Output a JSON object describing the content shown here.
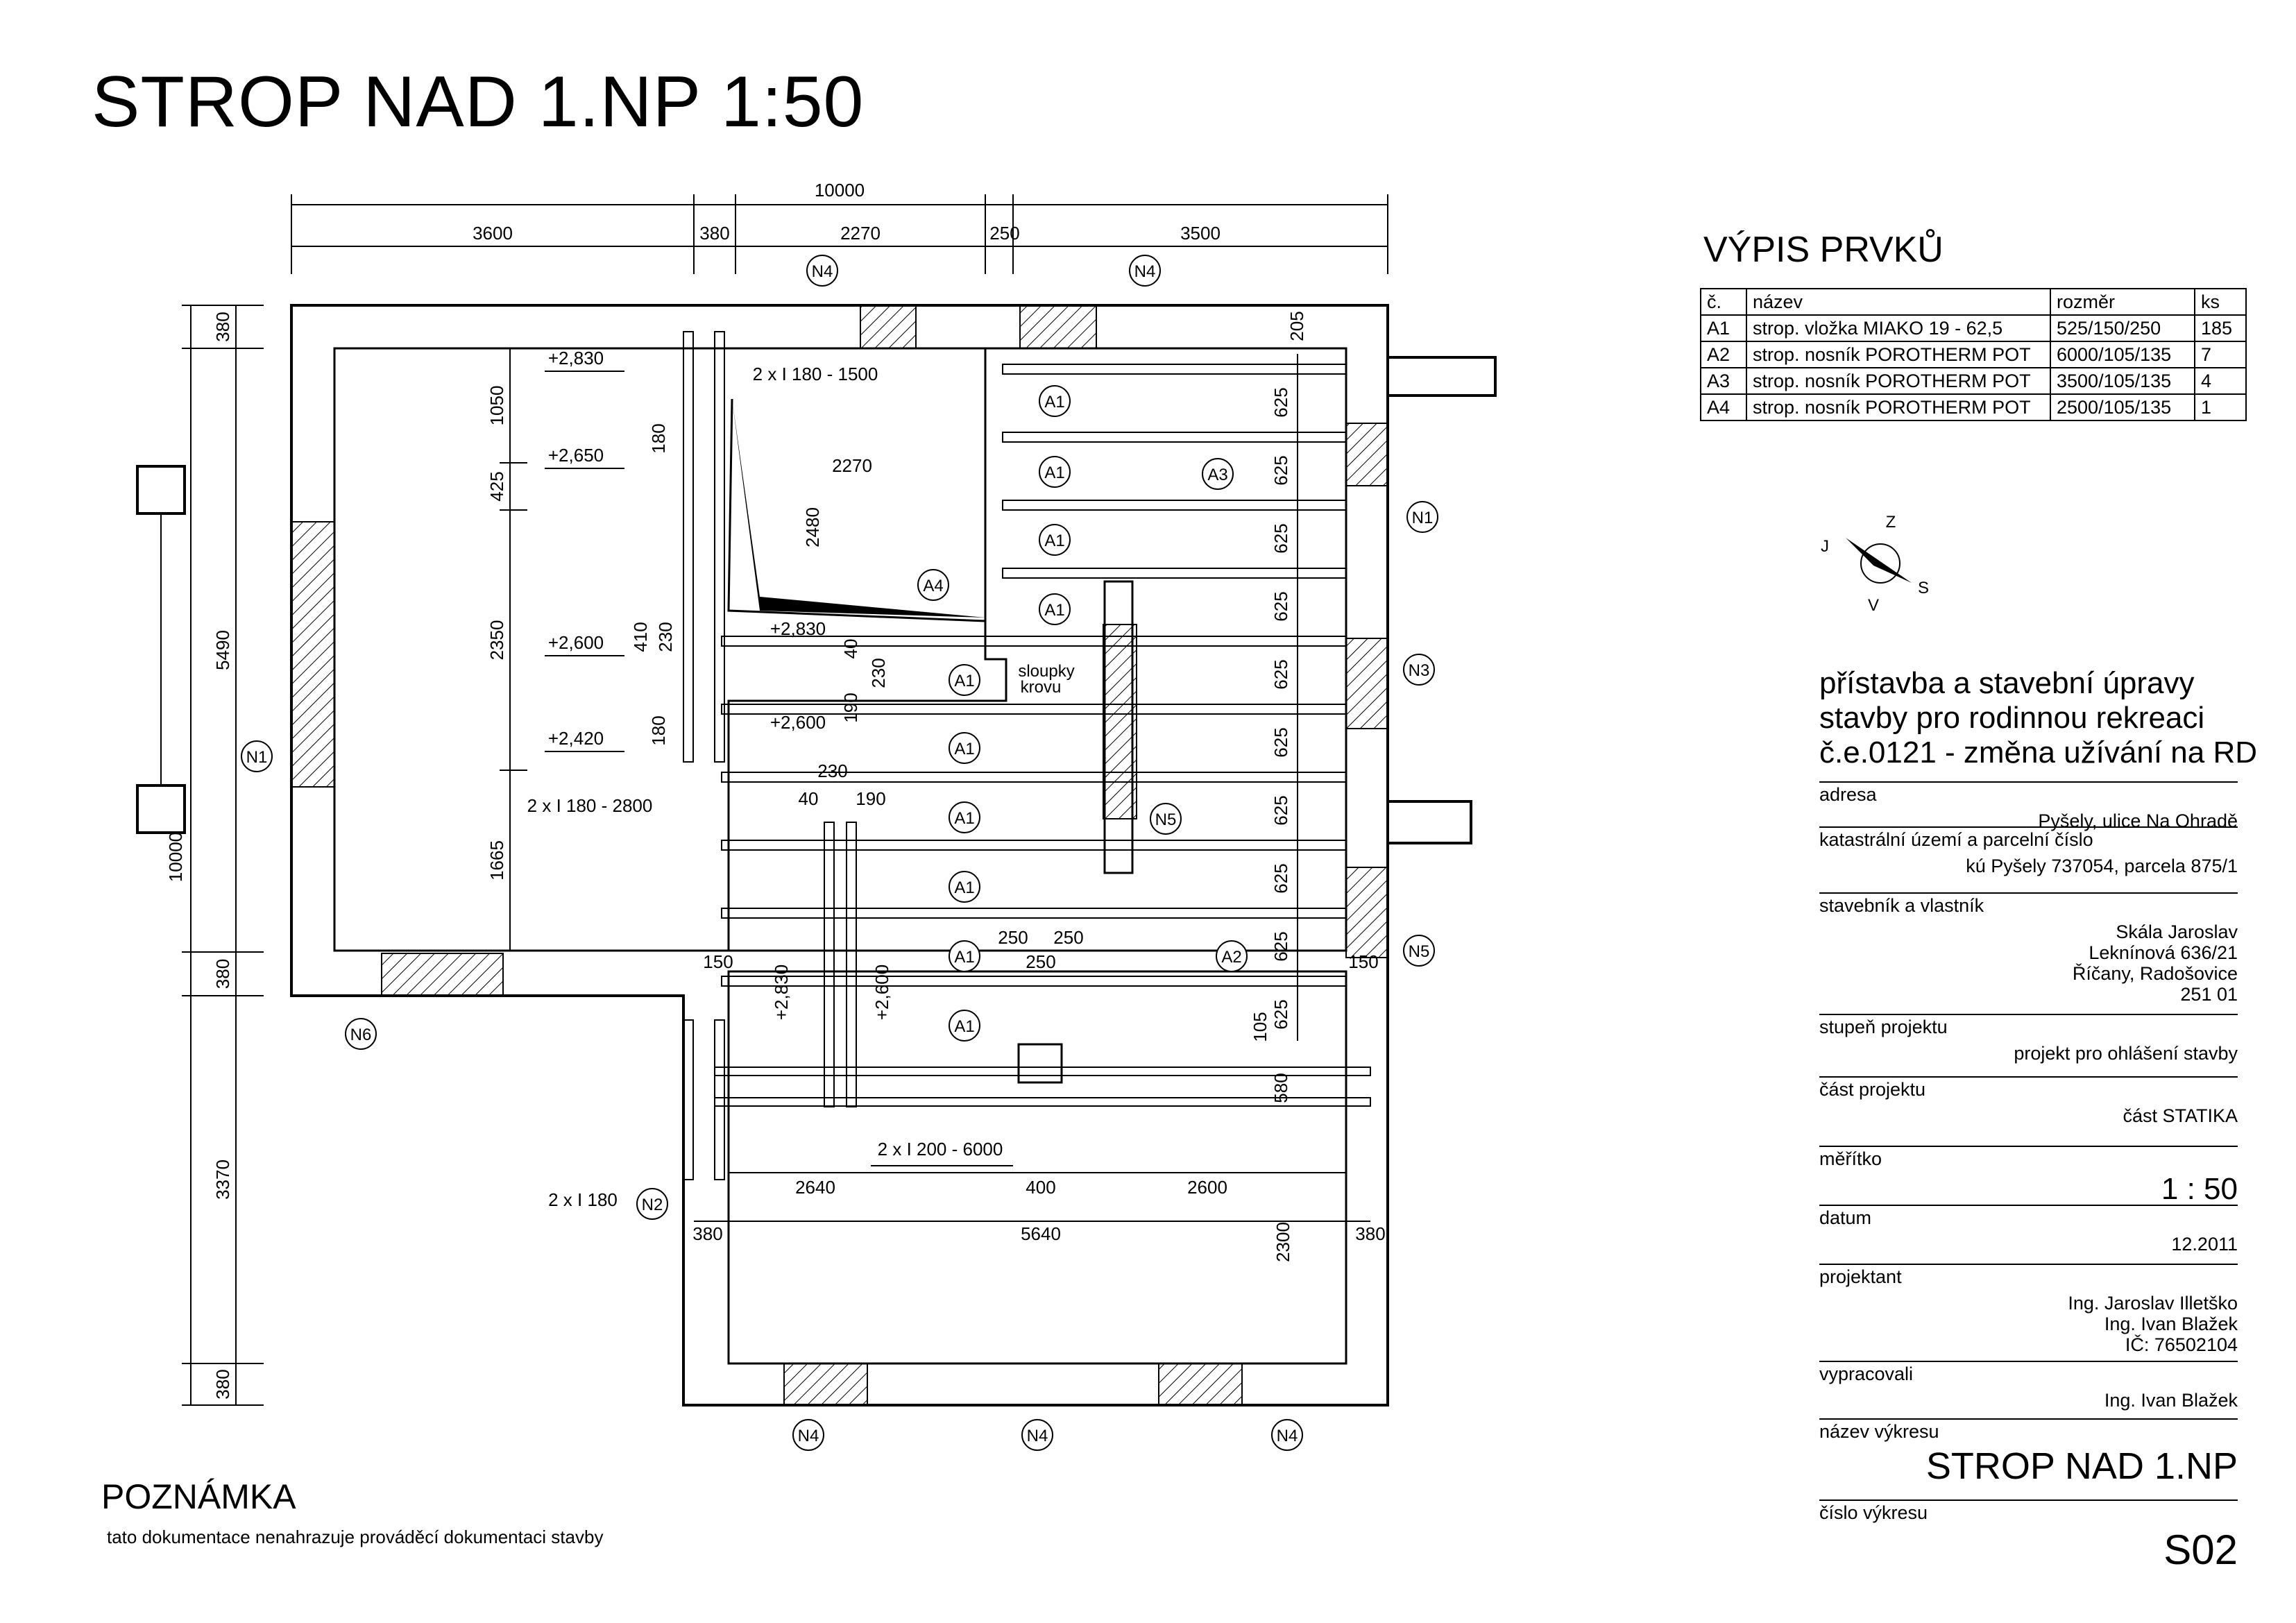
{
  "title": "STROP NAD 1.NP  1:50",
  "note": {
    "heading": "POZNÁMKA",
    "text": "tato dokumentace nenahrazuje prováděcí dokumentaci stavby"
  },
  "element_list": {
    "heading": "VÝPIS PRVKŮ",
    "columns": [
      "č.",
      "název",
      "rozměr",
      "ks"
    ],
    "rows": [
      [
        "A1",
        "strop. vložka MIAKO 19 - 62,5",
        "525/150/250",
        "185"
      ],
      [
        "A2",
        "strop. nosník POROTHERM POT",
        "6000/105/135",
        "7"
      ],
      [
        "A3",
        "strop. nosník POROTHERM POT",
        "3500/105/135",
        "4"
      ],
      [
        "A4",
        "strop. nosník POROTHERM POT",
        "2500/105/135",
        "1"
      ]
    ]
  },
  "north_arrow": {
    "letters": [
      "Z",
      "S",
      "V",
      "J"
    ]
  },
  "project": {
    "title_lines": [
      "přístavba a stavební úpravy",
      "stavby pro rodinnou rekreaci",
      "č.e.0121 - změna užívání na RD"
    ],
    "fields": [
      {
        "label": "adresa",
        "value": [
          "Pyšely, ulice Na Ohradě"
        ]
      },
      {
        "label": "katastrální území a parcelní číslo",
        "value": [
          "kú Pyšely 737054, parcela 875/1"
        ]
      },
      {
        "label": "stavebník a vlastník",
        "value": [
          "Skála Jaroslav",
          "Leknínová 636/21",
          "Říčany, Radošovice",
          "251 01"
        ]
      },
      {
        "label": "stupeň projektu",
        "value": [
          "projekt pro ohlášení stavby"
        ]
      },
      {
        "label": "část projektu",
        "value": [
          "část STATIKA"
        ]
      },
      {
        "label": "měřítko",
        "value": [
          "1 : 50"
        ]
      },
      {
        "label": "datum",
        "value": [
          "12.2011"
        ]
      },
      {
        "label": "projektant",
        "value": [
          "Ing. Jaroslav Illetško",
          "Ing. Ivan Blažek",
          "IČ: 76502104"
        ]
      },
      {
        "label": "vypracovali",
        "value": [
          "Ing. Ivan Blažek"
        ]
      },
      {
        "label": "název výkresu",
        "value": [
          "STROP NAD 1.NP"
        ]
      },
      {
        "label": "číslo výkresu",
        "value": [
          "S02"
        ]
      }
    ]
  },
  "drawing": {
    "dim_top_total": "10000",
    "dim_top": [
      "3600",
      "380",
      "2270",
      "250",
      "3500"
    ],
    "dim_left_total": "10000",
    "dim_left": [
      "380",
      "5490",
      "380",
      "3370",
      "380"
    ],
    "dim_left_inner": [
      "1050",
      "425",
      "2350",
      "1665"
    ],
    "levels": [
      "+2,830",
      "+2,650",
      "+2,600",
      "+2,420",
      "+2,830",
      "+2,600",
      "+2,830",
      "+2,600"
    ],
    "beams": [
      "2 x I 180 - 1500",
      "2 x I 180 - 2800",
      "2 x I 200 - 6000",
      "2 x I 180"
    ],
    "room_dims": [
      "2480",
      "2270",
      "410",
      "230",
      "180",
      "180",
      "40",
      "230",
      "190",
      "230",
      "40",
      "190",
      "250",
      "250",
      "250",
      "150",
      "150",
      "2640",
      "400",
      "2600",
      "380",
      "5640",
      "380",
      "2300",
      "205",
      "105",
      "580"
    ],
    "spans": [
      "625",
      "625",
      "625",
      "625",
      "625",
      "625",
      "625",
      "625",
      "625",
      "625"
    ],
    "labels": [
      "sloupky krovu"
    ],
    "tags": [
      "N1",
      "N1",
      "N2",
      "N3",
      "N4",
      "N4",
      "N4",
      "N4",
      "N4",
      "N5",
      "N5",
      "N6",
      "A1",
      "A1",
      "A1",
      "A1",
      "A1",
      "A1",
      "A1",
      "A1",
      "A1",
      "A1",
      "A2",
      "A3",
      "A4"
    ]
  }
}
